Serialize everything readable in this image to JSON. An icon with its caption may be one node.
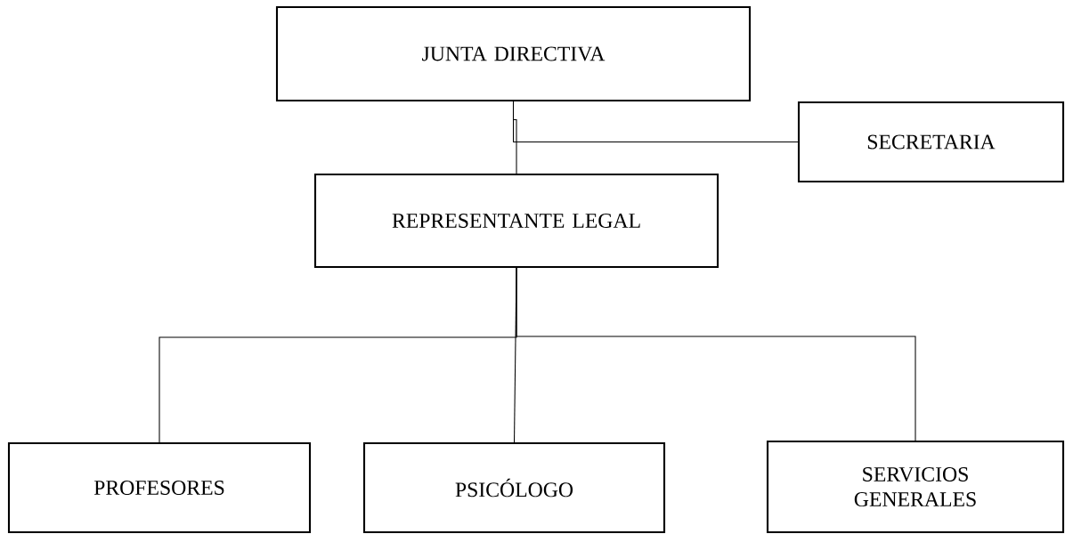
{
  "diagram": {
    "nodes": [
      {
        "text": [
          "JUNTA DIRECTIVA"
        ]
      },
      {
        "text": [
          "SECRETARIA"
        ]
      },
      {
        "text": [
          "REPRESENTANTE LEGAL"
        ]
      },
      {
        "text": [
          "PROFESORES"
        ]
      },
      {
        "text": [
          "PSICÓLOGO"
        ]
      },
      {
        "text": [
          "SERVICIOS GENERALES"
        ]
      }
    ],
    "edges": [
      {
        "from": 0,
        "to": 2,
        "arrow": "none"
      },
      {
        "from": 0,
        "to": 1,
        "arrow": "none"
      },
      {
        "from": 2,
        "to": 3,
        "arrow": "none"
      },
      {
        "from": 2,
        "to": 4,
        "arrow": "none"
      },
      {
        "from": 2,
        "to": 5,
        "arrow": "none"
      }
    ]
  }
}
